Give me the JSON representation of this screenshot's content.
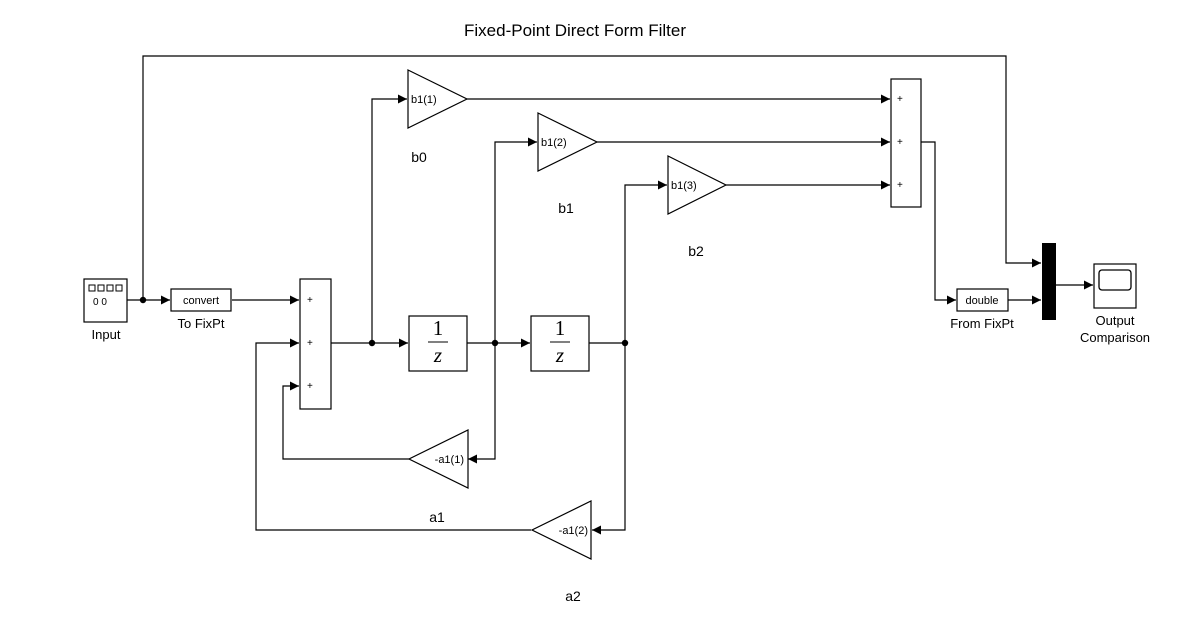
{
  "title": "Fixed-Point Direct Form Filter",
  "blocks": {
    "input": {
      "label": "Input",
      "display": "0 0"
    },
    "to_fixpt": {
      "text": "convert",
      "label": "To FixPt"
    },
    "from_fixpt": {
      "text": "double",
      "label": "From FixPt"
    },
    "scope": {
      "label_line1": "Output",
      "label_line2": "Comparison"
    },
    "delay1": {
      "num": "1",
      "den": "z"
    },
    "delay2": {
      "num": "1",
      "den": "z"
    },
    "gain_b1": {
      "text": "b1(1)"
    },
    "gain_b2": {
      "text": "b1(2)"
    },
    "gain_b3": {
      "text": "b1(3)"
    },
    "gain_a1": {
      "text": "-a1(1)"
    },
    "gain_a2": {
      "text": "-a1(2)"
    },
    "sum_in": {
      "signs": [
        "+",
        "+",
        "+"
      ]
    },
    "sum_out": {
      "signs": [
        "+",
        "+",
        "+"
      ]
    }
  },
  "annotations": {
    "b0": "b0",
    "b1": "b1",
    "b2": "b2",
    "a1": "a1",
    "a2": "a2"
  }
}
